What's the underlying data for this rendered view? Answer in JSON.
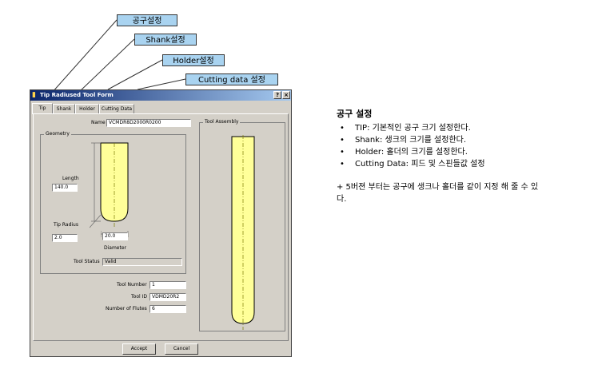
{
  "callouts": {
    "tool": "공구설정",
    "shank": "Shank설정",
    "holder": "Holder설정",
    "cutting": "Cutting data 설정"
  },
  "window": {
    "title": "Tip Radiused Tool Form",
    "controls": {
      "help": "?",
      "close": "×"
    },
    "tabs": [
      "Tip",
      "Shank",
      "Holder",
      "Cutting Data"
    ],
    "name_label": "Name",
    "name_value": "VCMDR8D2000R0200",
    "geometry_title": "Geometry",
    "length_label": "Length",
    "length_value": "140.0",
    "tip_radius_label": "Tip Radius",
    "tip_radius_value": "2.0",
    "diameter_value": "20.0",
    "diameter_label": "Diameter",
    "tool_status_label": "Tool Status",
    "tool_status_value": "Valid",
    "tool_number_label": "Tool Number",
    "tool_number_value": "1",
    "tool_id_label": "Tool ID",
    "tool_id_value": "VDMD20R2",
    "flutes_label": "Number of Flutes",
    "flutes_value": "6",
    "assembly_title": "Tool Assembly",
    "accept_label": "Accept",
    "cancel_label": "Cancel"
  },
  "description": {
    "title": "공구 설정",
    "bullet": "•",
    "items": [
      "TIP: 기본적인 공구 크기 설정한다.",
      "Shank: 생크의 크기를 설정한다.",
      "Holder: 홀더의 크기를 설정한다.",
      "Cutting Data: 피드 및 스핀들값 설정"
    ],
    "note": "+ 5버젼 부터는 공구에 생크나 홀더를 같이 지정 해 줄 수 있다."
  },
  "colors": {
    "callout_bg": "#a9d3f0",
    "tool_fill": "#ffff99",
    "dialog_bg": "#d4d0c8",
    "title_bar": "#0a246a"
  }
}
